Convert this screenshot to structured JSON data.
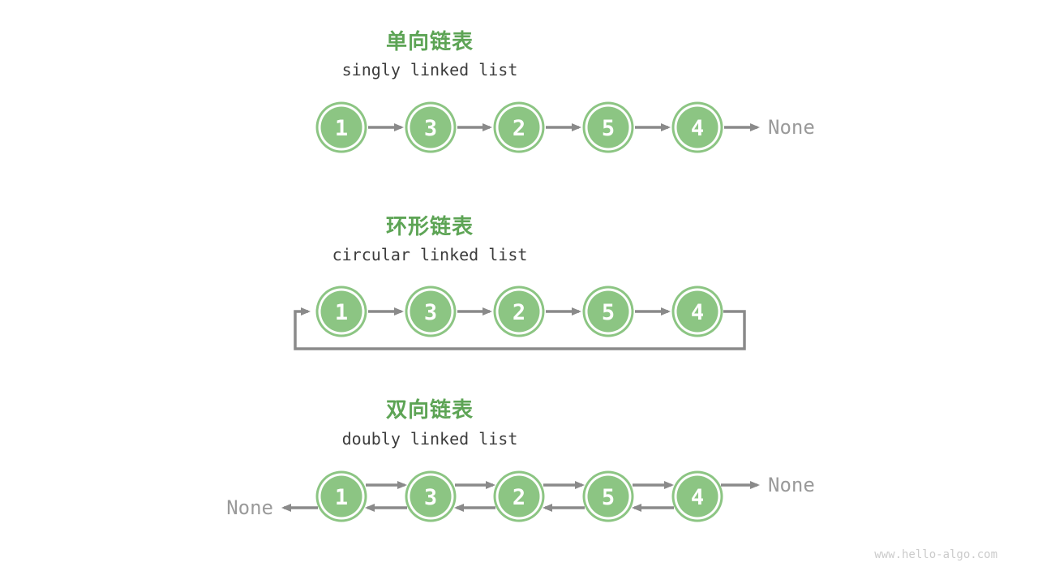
{
  "diagram": {
    "sections": [
      {
        "id": "singly",
        "title": "单向链表",
        "subtitle": "singly linked list",
        "nodes": [
          "1",
          "3",
          "2",
          "5",
          "4"
        ],
        "tail_label": "None"
      },
      {
        "id": "circular",
        "title": "环形链表",
        "subtitle": "circular linked list",
        "nodes": [
          "1",
          "3",
          "2",
          "5",
          "4"
        ]
      },
      {
        "id": "doubly",
        "title": "双向链表",
        "subtitle": "doubly linked list",
        "nodes": [
          "1",
          "3",
          "2",
          "5",
          "4"
        ],
        "head_label": "None",
        "tail_label": "None"
      }
    ],
    "watermark": "www.hello-algo.com",
    "colors": {
      "node_green": "#8CC583",
      "title_green": "#5DA455",
      "arrow_gray": "#8A8A8A",
      "subtitle_dark": "#3C3C3C",
      "none_gray": "#9A9A9A",
      "watermark_gray": "#CBCBCB",
      "background": "#FFFFFF"
    }
  }
}
